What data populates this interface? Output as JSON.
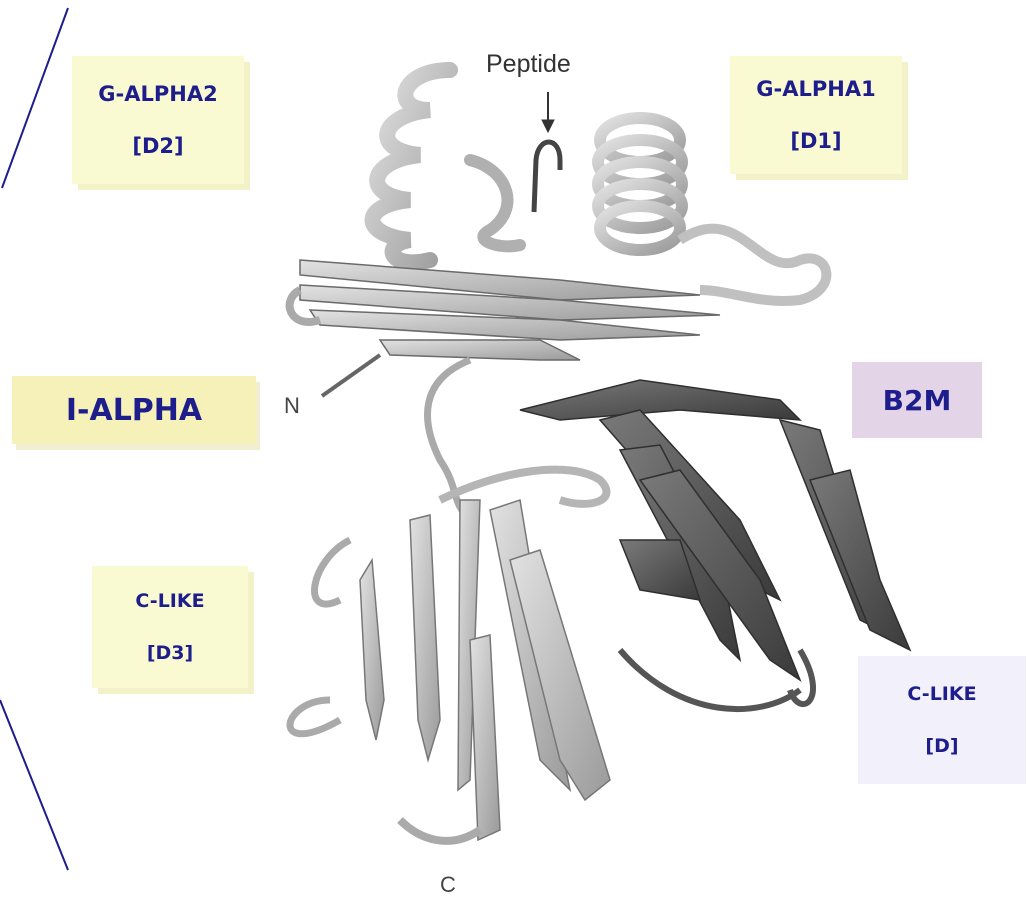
{
  "labels": {
    "g_alpha2": {
      "line1": "G-ALPHA2",
      "line2": "[D2]"
    },
    "g_alpha1": {
      "line1": "G-ALPHA1",
      "line2": "[D1]"
    },
    "i_alpha": "I-ALPHA",
    "b2m": "B2M",
    "c_like_d3": {
      "line1": "C-LIKE",
      "line2": "[D3]"
    },
    "c_like_d": {
      "line1": "C-LIKE",
      "line2": "[D]"
    },
    "peptide": "Peptide",
    "n_terminus": "N",
    "c_terminus": "C"
  },
  "colors": {
    "label_text": "#1d1d8c",
    "frame_line": "#1d1d8c",
    "ribbon_light": "#c8c8c8",
    "ribbon_dark": "#555555"
  }
}
